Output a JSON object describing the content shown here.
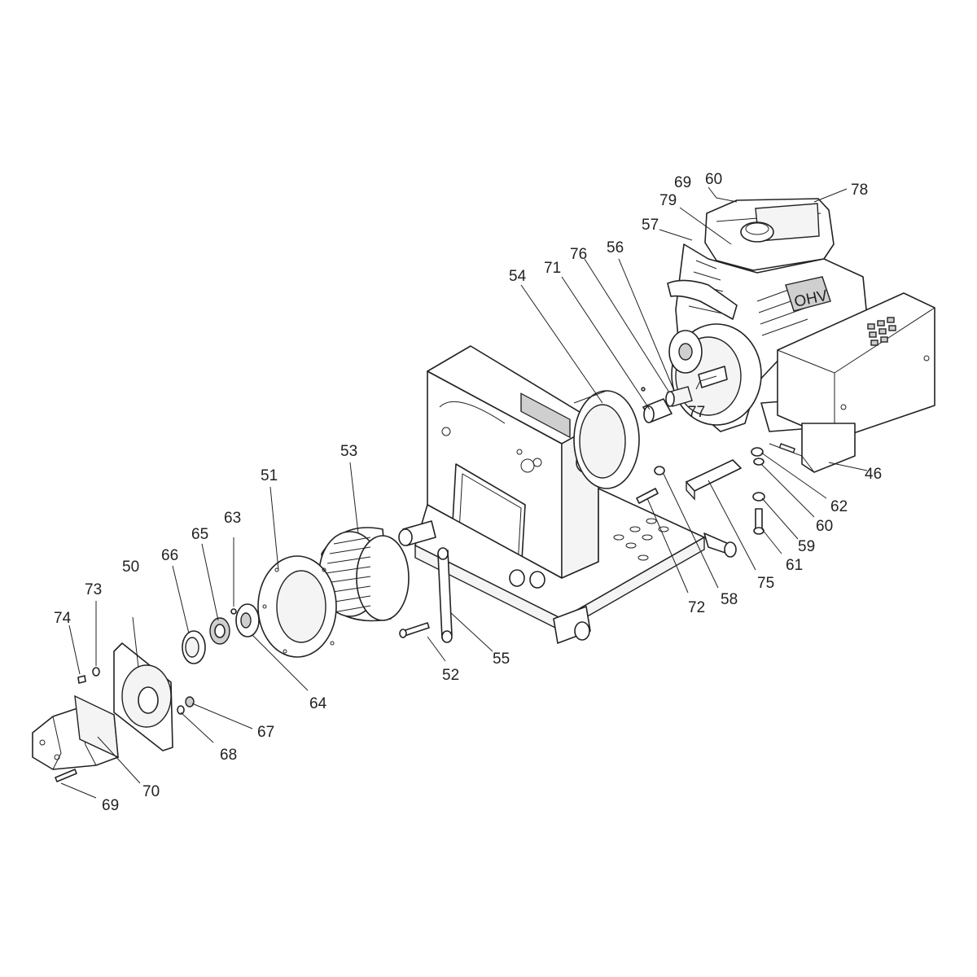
{
  "callouts": [
    {
      "id": "c46",
      "label": "46"
    },
    {
      "id": "c50",
      "label": "50"
    },
    {
      "id": "c51",
      "label": "51"
    },
    {
      "id": "c52",
      "label": "52"
    },
    {
      "id": "c53",
      "label": "53"
    },
    {
      "id": "c54",
      "label": "54"
    },
    {
      "id": "c55",
      "label": "55"
    },
    {
      "id": "c56",
      "label": "56"
    },
    {
      "id": "c57",
      "label": "57"
    },
    {
      "id": "c58",
      "label": "58"
    },
    {
      "id": "c59",
      "label": "59"
    },
    {
      "id": "c60a",
      "label": "60"
    },
    {
      "id": "c60b",
      "label": "60"
    },
    {
      "id": "c61",
      "label": "61"
    },
    {
      "id": "c62",
      "label": "62"
    },
    {
      "id": "c63",
      "label": "63"
    },
    {
      "id": "c64",
      "label": "64"
    },
    {
      "id": "c65",
      "label": "65"
    },
    {
      "id": "c66",
      "label": "66"
    },
    {
      "id": "c67",
      "label": "67"
    },
    {
      "id": "c68",
      "label": "68"
    },
    {
      "id": "c69a",
      "label": "69"
    },
    {
      "id": "c69b",
      "label": "69"
    },
    {
      "id": "c70",
      "label": "70"
    },
    {
      "id": "c71",
      "label": "71"
    },
    {
      "id": "c72",
      "label": "72"
    },
    {
      "id": "c73",
      "label": "73"
    },
    {
      "id": "c74",
      "label": "74"
    },
    {
      "id": "c75",
      "label": "75"
    },
    {
      "id": "c76",
      "label": "76"
    },
    {
      "id": "c77",
      "label": "77"
    },
    {
      "id": "c78",
      "label": "78"
    },
    {
      "id": "c79",
      "label": "79"
    }
  ],
  "engine": {
    "badge_text": "OHV"
  }
}
